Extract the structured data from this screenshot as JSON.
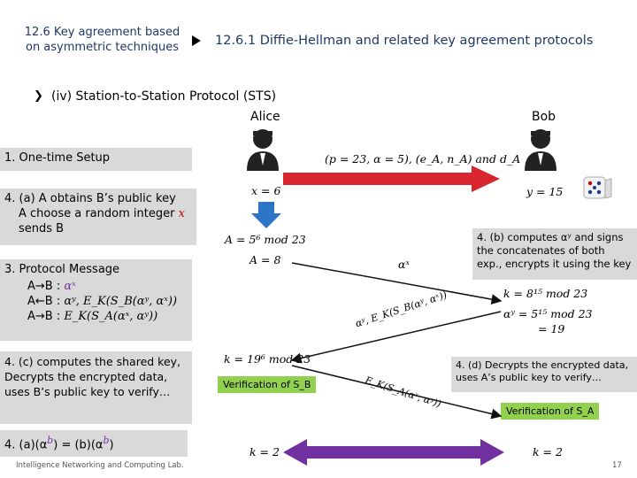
{
  "header": {
    "left_title": "12.6 Key agreement based on asymmetric techniques",
    "right_title": "12.6.1 Diffie-Hellman and related key agreement protocols"
  },
  "subtitle": "(iv) Station-to-Station Protocol (STS)",
  "parties": {
    "alice": "Alice",
    "bob": "Bob"
  },
  "steps": {
    "one_time_setup": "1. One-time Setup",
    "step4a_line1": "4. (a) A obtains B’s public key",
    "step4a_line2": "A choose a random integer",
    "step4a_var": "x",
    "step4a_line3": "sends B",
    "step3_title": "3. Protocol Message",
    "step3_m1": "A→B :",
    "step3_m1_val": "αˣ",
    "step3_m2": "A←B :",
    "step3_m2_val": "αʸ, E_K(S_B(αʸ, αˣ))",
    "step3_m3": "A→B :",
    "step3_m3_val": "E_K(S_A(αˣ, αʸ))",
    "step4c": "4. (c) computes the shared key, Decrypts the encrypted data, uses B’s public key to verify…",
    "step4a_bottom": "4. (a)(α",
    "step4a_bottom_b": "b",
    "step4a_bottom_mid": ") = (b)(α",
    "step4a_bottom_end": ")",
    "step4b": "4. (b) computes αʸ and signs the concatenates of both exp., encrypts it using the key",
    "step4d": "4. (d) Decrypts the encrypted data, uses A’s public key to verify…"
  },
  "math": {
    "setup_params": "(p = 23, α = 5), (e_A, n_A) and d_A",
    "alice_x": "x = 6",
    "alice_A": "A = 5⁶ mod 23",
    "alice_A_val": "A = 8",
    "bob_y": "y = 15",
    "msg1": "αˣ",
    "bob_k": "k = 8¹⁵ mod 23",
    "bob_alpha_y": "αʸ = 5¹⁵ mod 23",
    "bob_alpha_y_val": "= 19",
    "msg2": "αʸ, E_K(S_B(αʸ, αˣ))",
    "alice_k": "k = 19⁶ mod 23",
    "msg3": "E_K(S_A(αˣ, αʸ))",
    "alice_k_final": "k = 2",
    "bob_k_final": "k = 2"
  },
  "badges": {
    "verify_sb": "Verification of S_B",
    "verify_sa": "Verification of S_A"
  },
  "footer": {
    "org": "Intelligence Networking and Computing Lab.",
    "page": "17"
  },
  "colors": {
    "title": "#1f3864",
    "gray_box": "#d9d9d9",
    "green_badge": "#92d050",
    "red_arrow": "#d9262e",
    "blue_arrow": "#2e75c8",
    "purple_arrow": "#7030a0"
  },
  "icons": [
    "person-icon",
    "dice-icon",
    "triangle-bullet-icon",
    "chevron-right-icon"
  ]
}
